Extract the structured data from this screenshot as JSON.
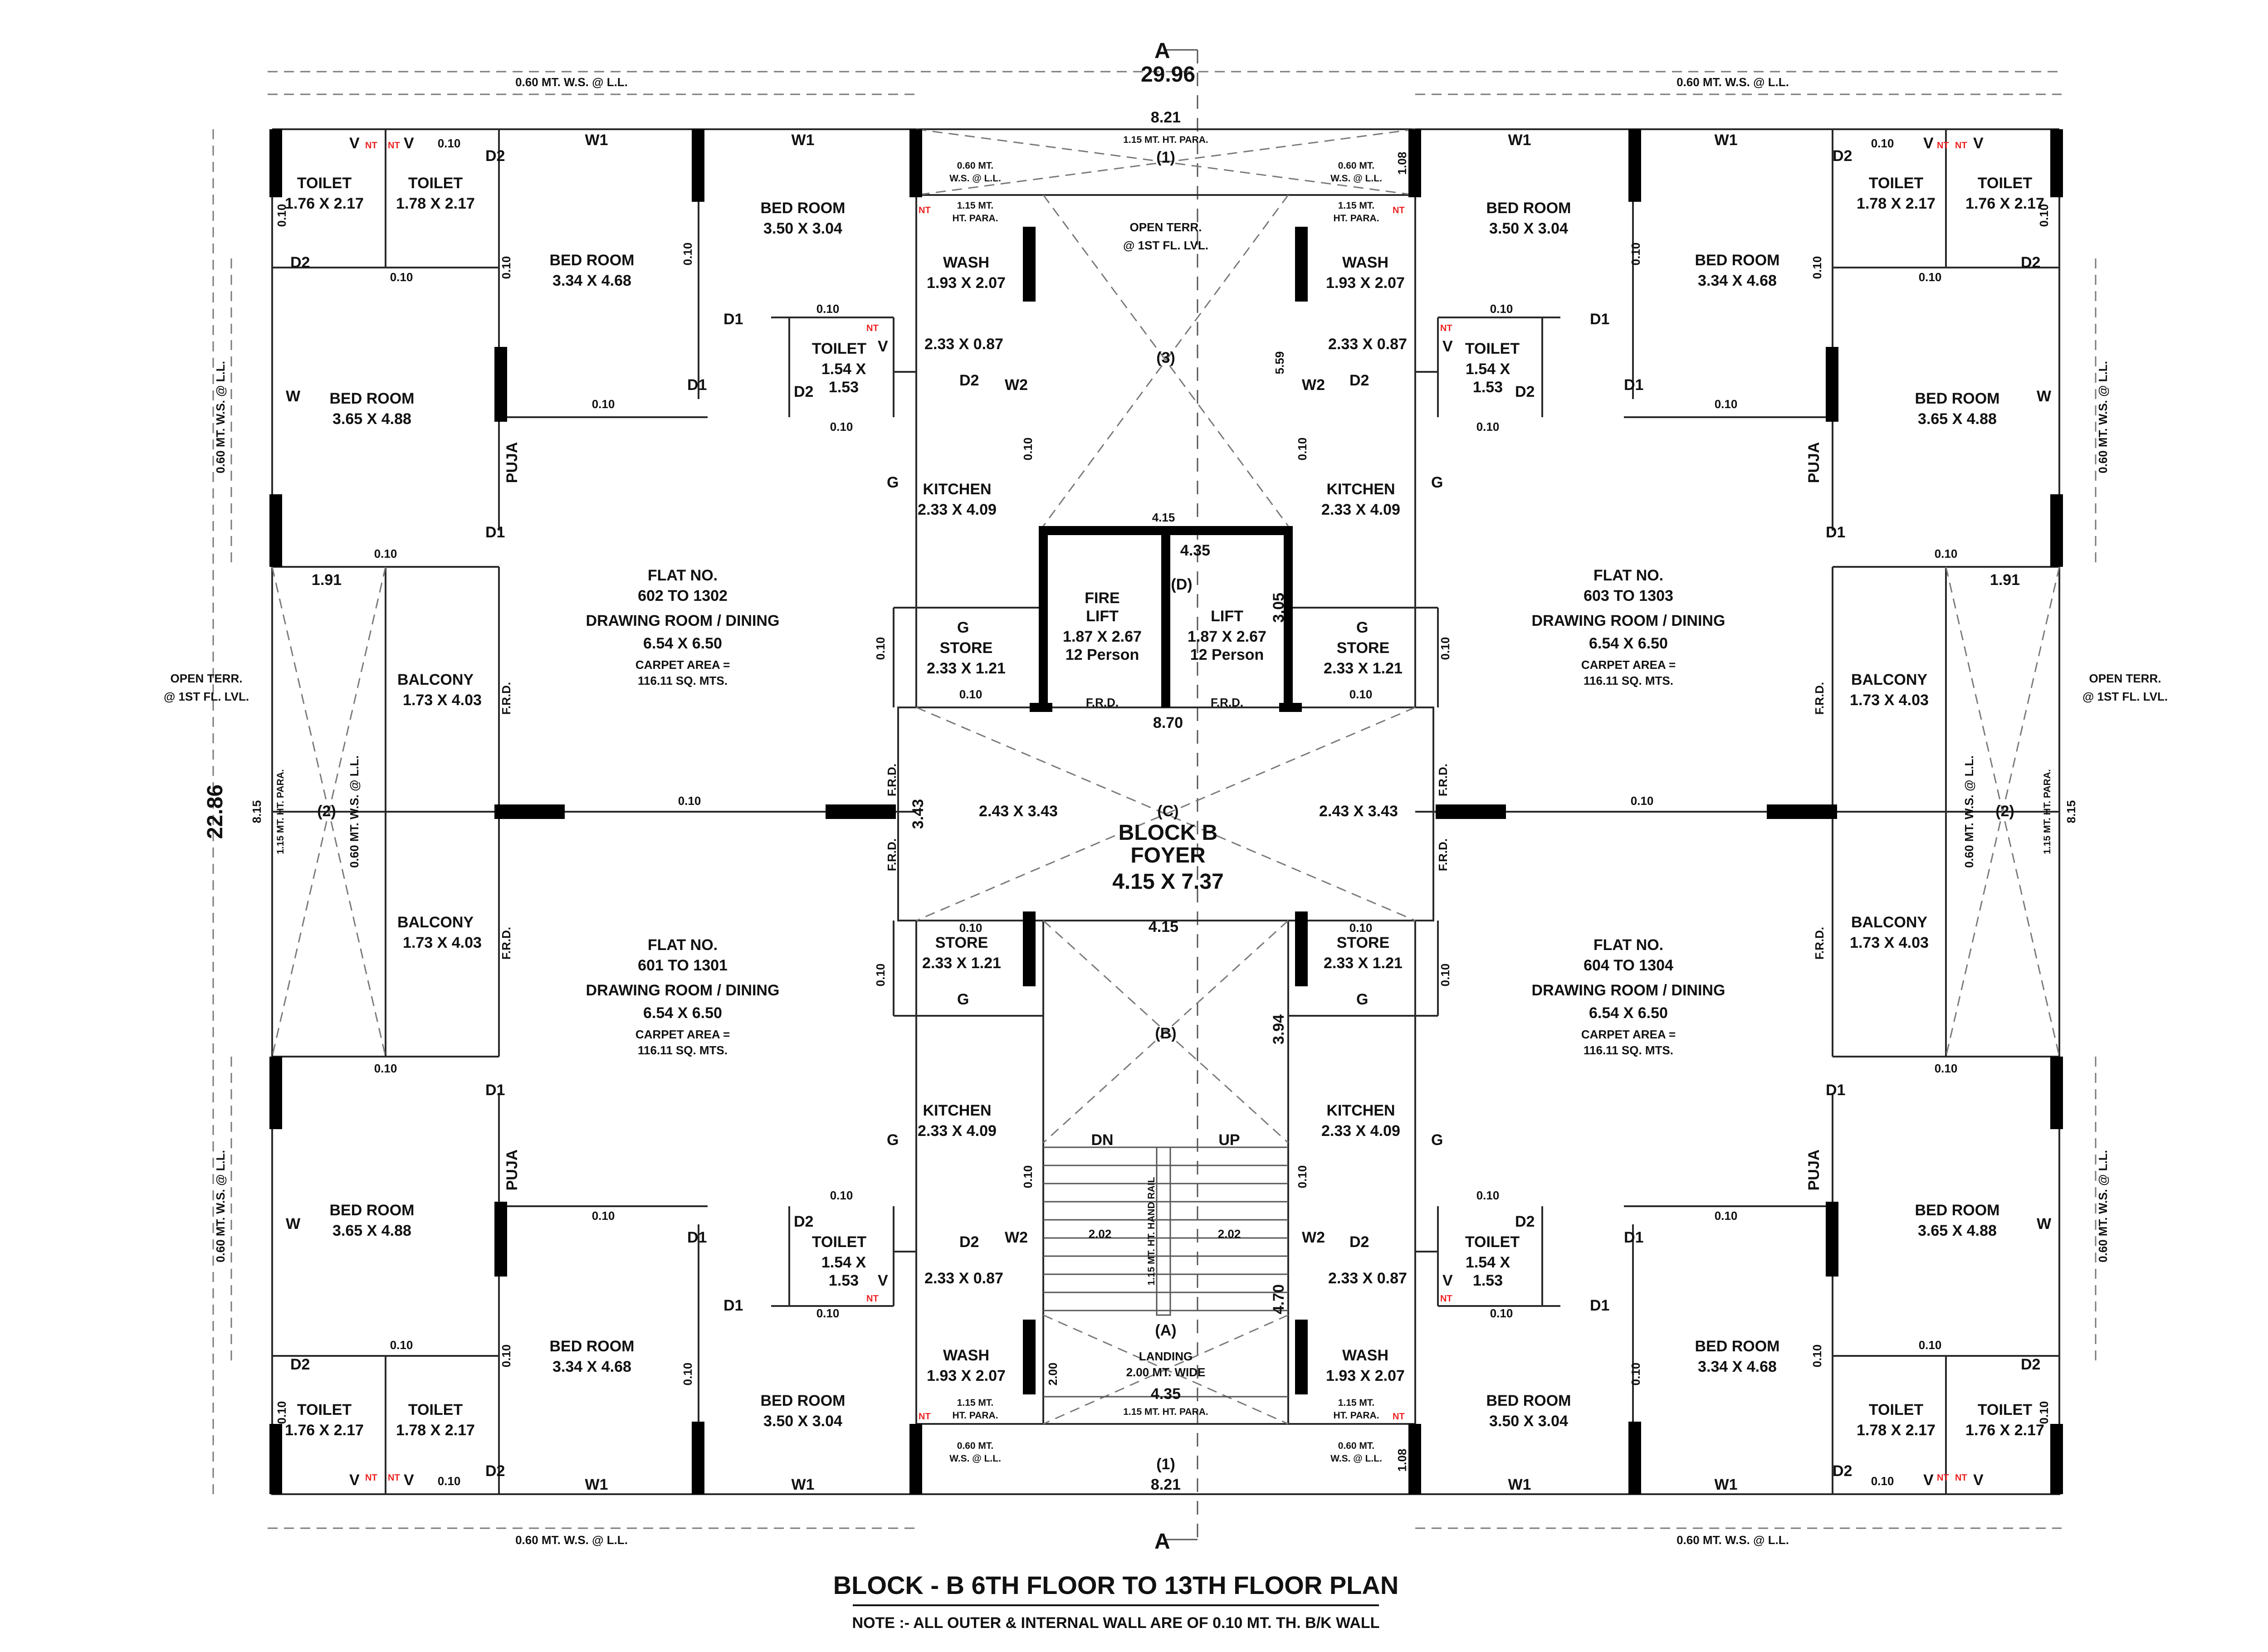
{
  "section_mark": "A",
  "overall_width": "29.96",
  "overall_depth": "22.86",
  "ws_ll": "0.60 MT. W.S. @ L.L.",
  "para_115": "1.15 MT. HT. PARA.",
  "para_short": "1.15 MT. HT. PARA.",
  "hand_rail": "1.15 MT. HT. HAND RAIL",
  "open_terr_1st": "OPEN TERR. @ 1ST FL. LVL.",
  "open_terr_line1": "OPEN TERR.",
  "open_terr_line2": "@ 1ST FL. LVL.",
  "stair": {
    "dn": "DN",
    "up": "UP",
    "tread_w": "2.02",
    "landing": "LANDING",
    "landing_w": "2.00 MT. WIDE",
    "dim_435": "4.35",
    "dim_415": "4.15",
    "dim_200": "2.00",
    "dim_470": "4.70",
    "dim_394": "3.94",
    "dim_559": "5.59",
    "dim_305": "3.05",
    "dim_870": "8.70",
    "dim_343": "3.43",
    "dim_821": "8.21",
    "dim_108": "1.08",
    "dim_191": "1.91",
    "dim_815": "8.15"
  },
  "marks": {
    "one": "(1)",
    "two": "(2)",
    "three": "(3)",
    "a": "(A)",
    "b": "(B)",
    "c": "(C)",
    "d": "(D)"
  },
  "lifts": {
    "fire_lift_l1": "FIRE",
    "fire_lift_l2": "LIFT",
    "lift": "LIFT",
    "size": "1.87 X 2.67",
    "capacity": "12 Person"
  },
  "foyer": {
    "block": "BLOCK B",
    "name": "FOYER",
    "size": "4.15 X 7.37",
    "side": "2.43 X 3.43"
  },
  "flats": [
    {
      "label": "FLAT NO.",
      "range": "602 TO 1302"
    },
    {
      "label": "FLAT NO.",
      "range": "603 TO 1303"
    },
    {
      "label": "FLAT NO.",
      "range": "601 TO 1301"
    },
    {
      "label": "FLAT NO.",
      "range": "604 TO 1304"
    }
  ],
  "rooms": {
    "drawing": "DRAWING ROOM / DINING",
    "drawing_size": "6.54 X 6.50",
    "carpet_l1": "CARPET AREA =",
    "carpet_l2": "116.11 SQ. MTS.",
    "toilet": "TOILET",
    "toilet_a": "1.76 X 2.17",
    "toilet_b": "1.78 X 2.17",
    "toilet_c_l1": "1.54 X",
    "toilet_c_l2": "1.53",
    "bed": "BED ROOM",
    "bed_a": "3.34 X 4.68",
    "bed_b": "3.50 X 3.04",
    "bed_c": "3.65 X 4.88",
    "wash": "WASH",
    "wash_size": "1.93 X 2.07",
    "passage": "2.33 X 0.87",
    "kitchen": "KITCHEN",
    "kitchen_size": "2.33 X 4.09",
    "store": "STORE",
    "store_size": "2.33 X 1.21",
    "balcony": "BALCONY",
    "balcony_size": "1.73 X 4.03",
    "puja": "PUJA"
  },
  "labels": {
    "w": "W",
    "w1": "W1",
    "w2": "W2",
    "d1": "D1",
    "d2": "D2",
    "g": "G",
    "v": "V",
    "nt": "NT",
    "frd": "F.R.D.",
    "wall": "0.10",
    "ws_short_l1": "0.60 MT.",
    "ws_short_l2": "W.S. @ L.L.",
    "para_l1": "1.15 MT.",
    "para_l2": "HT. PARA."
  },
  "title": "BLOCK - B  6TH FLOOR TO  13TH FLOOR PLAN",
  "note": "NOTE :- ALL OUTER & INTERNAL WALL ARE OF 0.10 MT. TH. B/K WALL"
}
